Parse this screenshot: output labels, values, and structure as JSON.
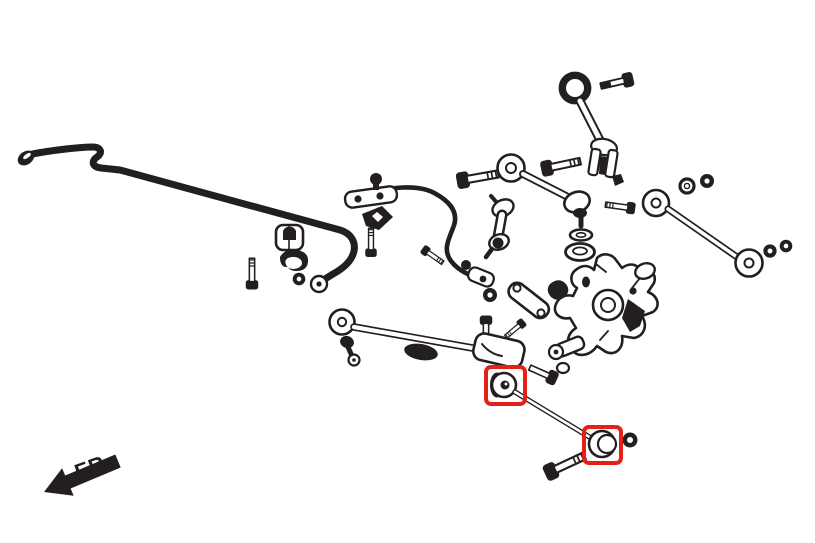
{
  "diagram": {
    "type": "exploded-parts-diagram",
    "subject": "rear-suspension",
    "direction_label": "FR.",
    "colors": {
      "background": "#ffffff",
      "ink": "#231f20",
      "highlight": "#e32119"
    },
    "parts": [
      {
        "name": "stabilizer-bar",
        "highlighted": false
      },
      {
        "name": "stabilizer-bar-bushing-and-bracket",
        "highlighted": false
      },
      {
        "name": "stabilizer-end-link",
        "highlighted": false
      },
      {
        "name": "abs-sensor-harness",
        "highlighted": false
      },
      {
        "name": "upper-link",
        "highlighted": false
      },
      {
        "name": "upper-arm-with-ball-joint",
        "highlighted": false
      },
      {
        "name": "rear-knuckle",
        "highlighted": false
      },
      {
        "name": "camber-arm",
        "highlighted": false
      },
      {
        "name": "trailing-arm",
        "highlighted": false
      },
      {
        "name": "rear-lower-arm-front-bushing",
        "highlighted": true
      },
      {
        "name": "rear-lower-arm-rear-bushing",
        "highlighted": true
      },
      {
        "name": "assorted-bolts-nuts-washers",
        "highlighted": false
      }
    ]
  }
}
